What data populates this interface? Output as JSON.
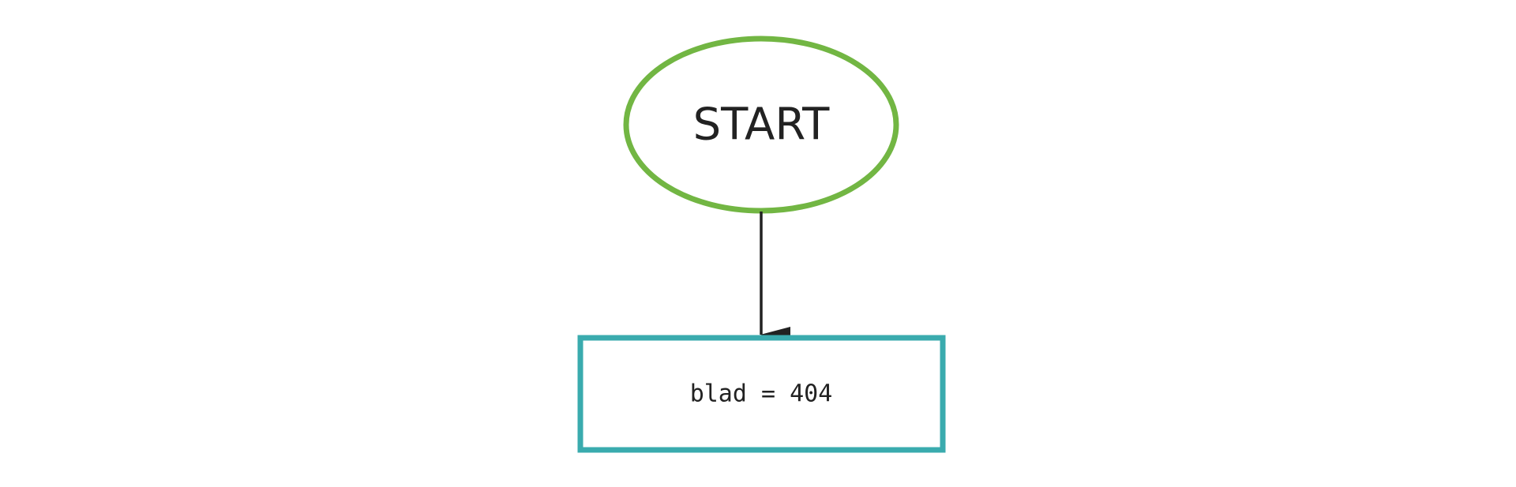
{
  "nodes": {
    "start": {
      "label": "START",
      "shape": "ellipse",
      "stroke_color": "#72b643"
    },
    "assignment": {
      "label": "blad = 404",
      "shape": "rectangle",
      "stroke_color": "#3aabae"
    }
  },
  "edges": [
    {
      "from": "start",
      "to": "assignment",
      "color": "#222222"
    }
  ]
}
